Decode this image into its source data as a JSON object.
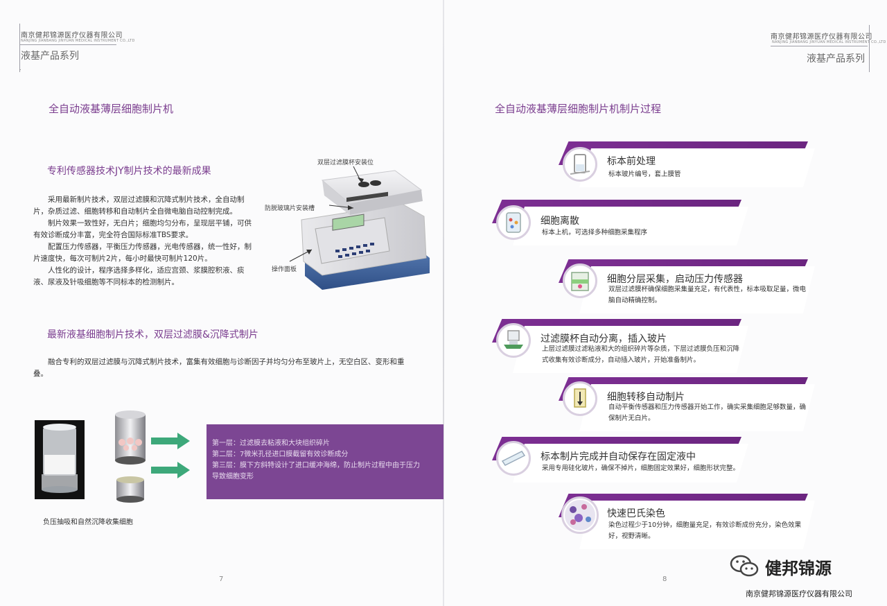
{
  "header": {
    "company_cn": "南京健邦锦源医疗仪器有限公司",
    "company_en": "NANJING JIANBANG JINYUAN MEDICAL INSTRUMENT CO.,LTD",
    "series": "液基产品系列"
  },
  "left": {
    "title": "全自动液基薄层细胞制片机",
    "section1_title": "专利传感器技术JY制片技术的最新成果",
    "section1_paragraphs": [
      "采用最新制片技术，双层过滤膜和沉降式制片技术，全自动制片，杂质过滤、细胞转移和自动制片全自微电脑自动控制完成。",
      "制片效果一致性好，无白片；细胞均匀分布，呈现层平铺，可供有效诊断成分丰富，完全符合国际标准TBS要求。",
      "配置压力传感器，平衡压力传感器，光电传感器，统一性好，制片速度快，每次可制片2片，每小时最快可制片120片。",
      "人性化的设计，程序选择多样化，适应宫颈、浆膜腔积液、痰液、尿液及针吸细胞等不同标本的检测制片。"
    ],
    "callouts": {
      "top": "双层过滤膜杯安装位",
      "middle": "防脱玻璃片安装槽",
      "bottom": "操作面板"
    },
    "section2_title": "最新液基细胞制片技术，双层过滤膜&沉降式制片",
    "section2_paragraph": "融合专利的双层过滤膜与沉降式制片技术，富集有效细胞与诊断因子并均匀分布至玻片上，无空白区、变形和重叠。",
    "photo_caption": "负压抽吸和自然沉降收集细胞",
    "layers": [
      "第一层：过滤膜去粘液和大块组织碎片",
      "第二层：7微米孔径进口膜截留有效诊断成分",
      "第三层：膜下方斜特设计了进口缓冲海绵，防止制片过程中由于压力导致细胞变形"
    ],
    "page_number": "7"
  },
  "right": {
    "title": "全自动液基薄层细胞制片机制片过程",
    "steps": [
      {
        "title": "标本前处理",
        "desc": "标本玻片编号，套上膜管",
        "icon": "sample-tube-icon"
      },
      {
        "title": "细胞离散",
        "desc": "标本上机，可选择多种细胞采集程序",
        "icon": "cell-dispersion-icon"
      },
      {
        "title": "细胞分层采集，启动压力传感器",
        "desc": "双层过滤膜杯确保细胞采集量充足，有代表性，标本吸取足量，微电脑自动精确控制。",
        "icon": "layer-collection-icon"
      },
      {
        "title": "过滤膜杯自动分离，插入玻片",
        "desc": "上层过滤膜过滤粘液和大的组织碎片等杂质，下层过滤膜负压和沉降式收集有效诊断成分，自动插入玻片，开始准备制片。",
        "icon": "filter-separation-icon"
      },
      {
        "title": "细胞转移自动制片",
        "desc": "自动平衡传感器和压力传感器开始工作，确实采集细胞足够数量，确保制片无白片。",
        "icon": "cell-transfer-icon"
      },
      {
        "title": "标本制片完成并自动保存在固定液中",
        "desc": "采用专用硅化玻片，确保不掉片，细胞固定效果好，细胞形状完整。",
        "icon": "glass-slide-icon"
      },
      {
        "title": "快速巴氏染色",
        "desc": "染色过程少于10分钟，细胞量充足，有效诊断成份充分，染色效果好，视野清晰。",
        "icon": "stained-cells-icon"
      }
    ],
    "page_number": "8",
    "brand": "健邦锦源",
    "footer_company": "南京健邦锦源医疗仪器有限公司"
  }
}
